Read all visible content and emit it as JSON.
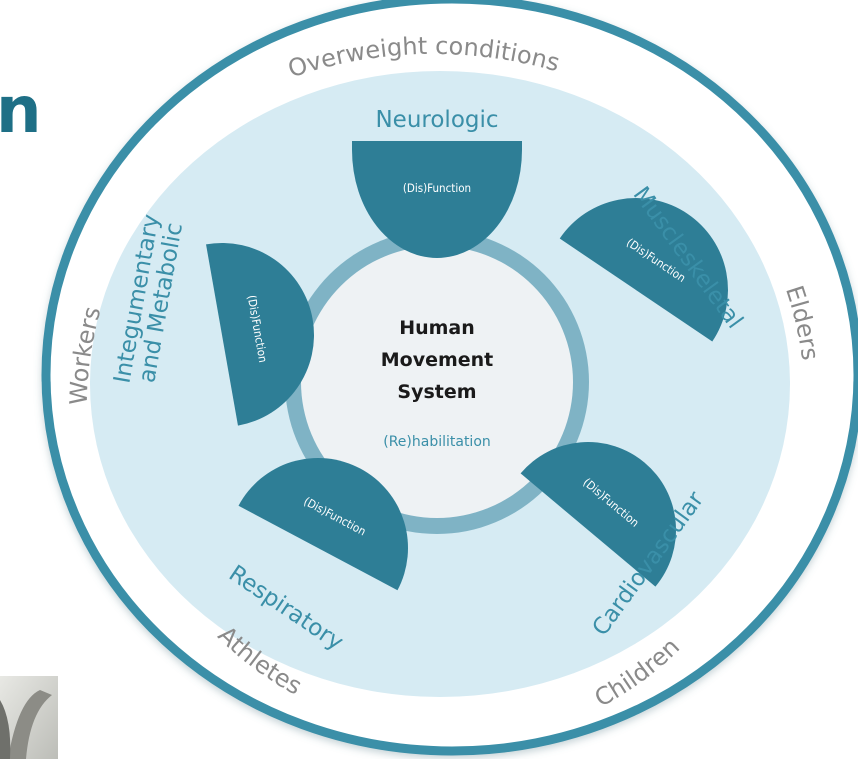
{
  "edge_glyph": "n",
  "outer_labels": {
    "top": "Overweight conditions",
    "left": "Workers",
    "right": "Elders",
    "bottom_left": "Athletes",
    "bottom_right": "Children"
  },
  "systems": {
    "neurologic": {
      "name": "Neurologic",
      "function_label": "(Dis)Function"
    },
    "muscleskeletal": {
      "name": "Muscleskeletal",
      "function_label": "(Dis)Function"
    },
    "cardiovascular": {
      "name": "Cardiovascular",
      "function_label": "(Dis)Function"
    },
    "respiratory": {
      "name": "Respiratory",
      "function_label": "(Dis)Function"
    },
    "integumentary": {
      "name_line1": "Integumentary",
      "name_line2": "and Metabolic",
      "function_label": "(Dis)Function"
    }
  },
  "core": {
    "line1": "Human",
    "line2": "Movement",
    "line3": "System",
    "subtitle": "(Re)habilitation"
  },
  "colors": {
    "outer_ring": "#ffffff",
    "outer_border": "#3a8fa8",
    "inner_disc": "#d6ebf3",
    "core_ring": "#7fb3c5",
    "core": "#eef2f4",
    "segment": "#2e7e96",
    "text_accent": "#3a8fa8",
    "text_grey": "#8a8a8a"
  }
}
